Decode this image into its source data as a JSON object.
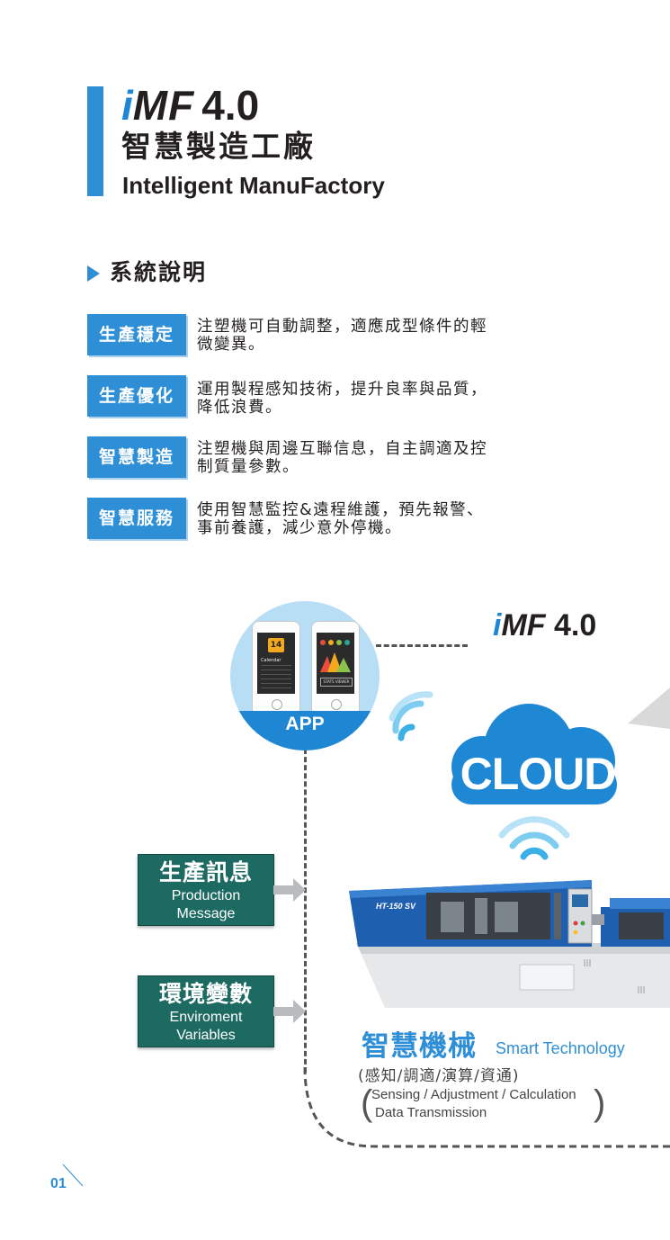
{
  "header": {
    "logo_i": "i",
    "logo_mf": "MF",
    "logo_version": "4.0",
    "title_cn": "智慧製造工廠",
    "title_en": "Intelligent ManuFactory"
  },
  "section": {
    "title": "系統說明"
  },
  "features": [
    {
      "badge": "生產穩定",
      "line1": "注塑機可自動調整，適應成型條件的輕",
      "line2": "微變異。"
    },
    {
      "badge": "生產優化",
      "line1": "運用製程感知技術，提升良率與品質，",
      "line2": "降低浪費。"
    },
    {
      "badge": "智慧製造",
      "line1": "注塑機與周邊互聯信息，自主調適及控",
      "line2": "制質量參數。"
    },
    {
      "badge": "智慧服務",
      "line1": "使用智慧監控&遠程維護，預先報警、",
      "line2": "事前養護，減少意外停機。"
    }
  ],
  "diagram": {
    "app_label": "APP",
    "phone1_date": "14",
    "phone1_label": "Calendar",
    "phone2_label": "STATS VIEWER",
    "imf_i": "i",
    "imf_mf": "MF",
    "imf_version": "4.0",
    "cloud_label": "CLOUD",
    "machine_model": "HT-150 SV",
    "box1_cn": "生產訊息",
    "box1_en1": "Production",
    "box1_en2": "Message",
    "box2_cn": "環境變數",
    "box2_en1": "Enviroment",
    "box2_en2": "Variables",
    "smart_cn": "智慧機械",
    "smart_en": "Smart Technology",
    "sense_cn": "(感知/調適/演算/資通)",
    "sense_en1": "Sensing / Adjustment / Calculation",
    "sense_en2": "Data Transmission"
  },
  "colors": {
    "accent_blue": "#2e8ed6",
    "box_green": "#1d6a62",
    "cloud_blue": "#1f88d5"
  },
  "footer": {
    "page_number": "01"
  }
}
